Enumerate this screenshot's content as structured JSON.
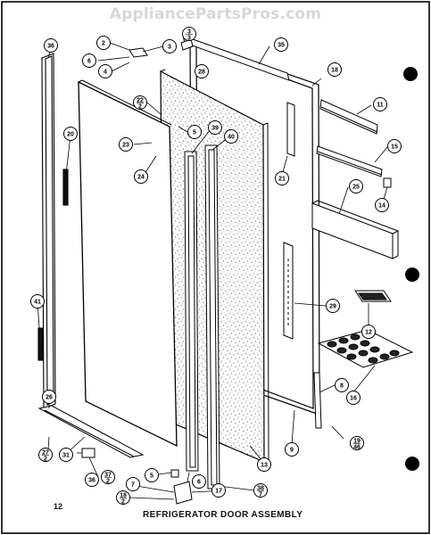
{
  "watermark": "AppliancePartsPros.com",
  "caption": "REFRIGERATOR DOOR ASSEMBLY",
  "page_number": "12",
  "callouts": [
    {
      "id": "c36a",
      "label": "36"
    },
    {
      "id": "c2",
      "label": "2"
    },
    {
      "id": "c3",
      "label": "3"
    },
    {
      "id": "c3b",
      "label": "3",
      "sub": "3"
    },
    {
      "id": "c6",
      "label": "6"
    },
    {
      "id": "c4",
      "label": "4"
    },
    {
      "id": "c28",
      "label": "28"
    },
    {
      "id": "c35",
      "label": "35"
    },
    {
      "id": "c18",
      "label": "18"
    },
    {
      "id": "c11",
      "label": "11"
    },
    {
      "id": "c22",
      "label": "22",
      "sub": "2"
    },
    {
      "id": "c5",
      "label": "5"
    },
    {
      "id": "c39",
      "label": "39"
    },
    {
      "id": "c40",
      "label": "40"
    },
    {
      "id": "c15",
      "label": "15"
    },
    {
      "id": "c20",
      "label": "20"
    },
    {
      "id": "c23",
      "label": "23"
    },
    {
      "id": "c24",
      "label": "24"
    },
    {
      "id": "c21",
      "label": "21"
    },
    {
      "id": "c25",
      "label": "25"
    },
    {
      "id": "c14",
      "label": "14"
    },
    {
      "id": "c41",
      "label": "41"
    },
    {
      "id": "c29",
      "label": "29"
    },
    {
      "id": "c12",
      "label": "12"
    },
    {
      "id": "c8",
      "label": "8"
    },
    {
      "id": "c16",
      "label": "16"
    },
    {
      "id": "c26",
      "label": "26"
    },
    {
      "id": "c27",
      "label": "27",
      "sub": "2"
    },
    {
      "id": "c31",
      "label": "31"
    },
    {
      "id": "c13",
      "label": "13"
    },
    {
      "id": "c9",
      "label": "9"
    },
    {
      "id": "c19",
      "label": "19",
      "sub": "46"
    },
    {
      "id": "c36b",
      "label": "36"
    },
    {
      "id": "c37",
      "label": "37",
      "sub": "2"
    },
    {
      "id": "c5b",
      "label": "5"
    },
    {
      "id": "c6b",
      "label": "6"
    },
    {
      "id": "c7",
      "label": "7"
    },
    {
      "id": "c17",
      "label": "17"
    },
    {
      "id": "c38",
      "label": "38",
      "sub": "7"
    },
    {
      "id": "c18b",
      "label": "18",
      "sub": "2"
    }
  ]
}
